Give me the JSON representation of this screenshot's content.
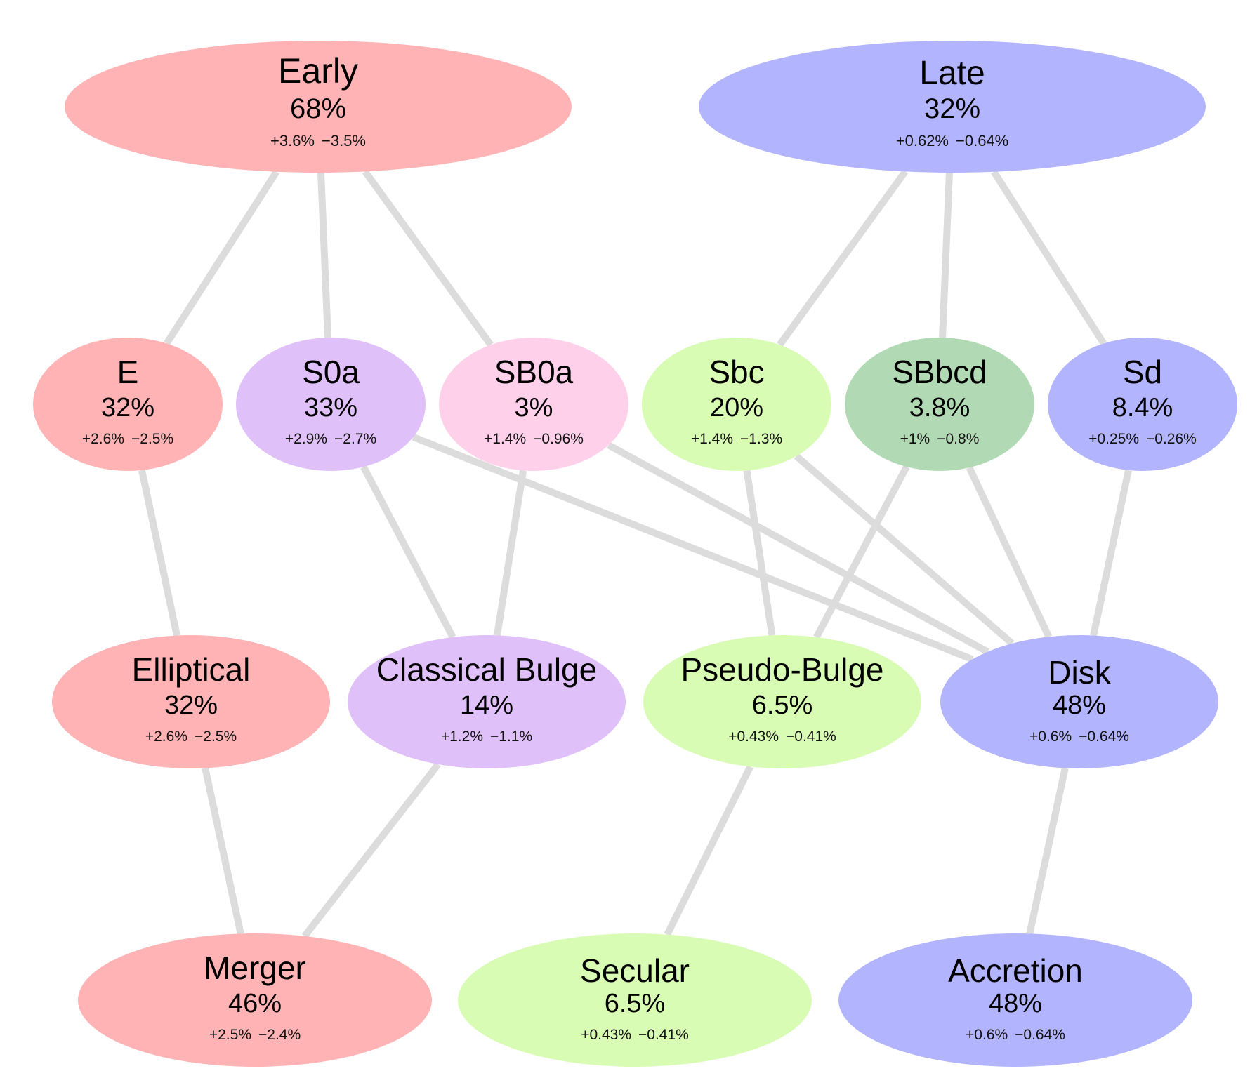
{
  "colors": {
    "red": "#ffb3b4",
    "blue": "#b2b4fd",
    "purple": "#e0c0f8",
    "pink": "#fed0ea",
    "lightgreen": "#d9fcb4",
    "green": "#b1dab4",
    "edge": "#dcdcdc"
  },
  "nodes": {
    "early": {
      "name": "Early",
      "pct": "68%",
      "err_plus": "+3.6%",
      "err_minus": "−3.5%",
      "color": "red"
    },
    "late": {
      "name": "Late",
      "pct": "32%",
      "err_plus": "+0.62%",
      "err_minus": "−0.64%",
      "color": "blue"
    },
    "e": {
      "name": "E",
      "pct": "32%",
      "err_plus": "+2.6%",
      "err_minus": "−2.5%",
      "color": "red"
    },
    "s0a": {
      "name": "S0a",
      "pct": "33%",
      "err_plus": "+2.9%",
      "err_minus": "−2.7%",
      "color": "purple"
    },
    "sb0a": {
      "name": "SB0a",
      "pct": "3%",
      "err_plus": "+1.4%",
      "err_minus": "−0.96%",
      "color": "pink"
    },
    "sbc": {
      "name": "Sbc",
      "pct": "20%",
      "err_plus": "+1.4%",
      "err_minus": "−1.3%",
      "color": "lightgreen"
    },
    "sbbcd": {
      "name": "SBbcd",
      "pct": "3.8%",
      "err_plus": "+1%",
      "err_minus": "−0.8%",
      "color": "green"
    },
    "sd": {
      "name": "Sd",
      "pct": "8.4%",
      "err_plus": "+0.25%",
      "err_minus": "−0.26%",
      "color": "blue"
    },
    "elliptical": {
      "name": "Elliptical",
      "pct": "32%",
      "err_plus": "+2.6%",
      "err_minus": "−2.5%",
      "color": "red"
    },
    "classical": {
      "name": "Classical Bulge",
      "pct": "14%",
      "err_plus": "+1.2%",
      "err_minus": "−1.1%",
      "color": "purple"
    },
    "pseudo": {
      "name": "Pseudo-Bulge",
      "pct": "6.5%",
      "err_plus": "+0.43%",
      "err_minus": "−0.41%",
      "color": "lightgreen"
    },
    "disk": {
      "name": "Disk",
      "pct": "48%",
      "err_plus": "+0.6%",
      "err_minus": "−0.64%",
      "color": "blue"
    },
    "merger": {
      "name": "Merger",
      "pct": "46%",
      "err_plus": "+2.5%",
      "err_minus": "−2.4%",
      "color": "red"
    },
    "secular": {
      "name": "Secular",
      "pct": "6.5%",
      "err_plus": "+0.43%",
      "err_minus": "−0.41%",
      "color": "lightgreen"
    },
    "accretion": {
      "name": "Accretion",
      "pct": "48%",
      "err_plus": "+0.6%",
      "err_minus": "−0.64%",
      "color": "blue"
    }
  },
  "edges": [
    [
      "early",
      "e"
    ],
    [
      "early",
      "s0a"
    ],
    [
      "early",
      "sb0a"
    ],
    [
      "late",
      "sbc"
    ],
    [
      "late",
      "sbbcd"
    ],
    [
      "late",
      "sd"
    ],
    [
      "e",
      "elliptical"
    ],
    [
      "s0a",
      "classical"
    ],
    [
      "s0a",
      "disk"
    ],
    [
      "sb0a",
      "classical"
    ],
    [
      "sb0a",
      "disk"
    ],
    [
      "sbc",
      "pseudo"
    ],
    [
      "sbc",
      "disk"
    ],
    [
      "sbbcd",
      "pseudo"
    ],
    [
      "sbbcd",
      "disk"
    ],
    [
      "sd",
      "disk"
    ],
    [
      "elliptical",
      "merger"
    ],
    [
      "classical",
      "merger"
    ],
    [
      "pseudo",
      "secular"
    ],
    [
      "disk",
      "accretion"
    ]
  ]
}
